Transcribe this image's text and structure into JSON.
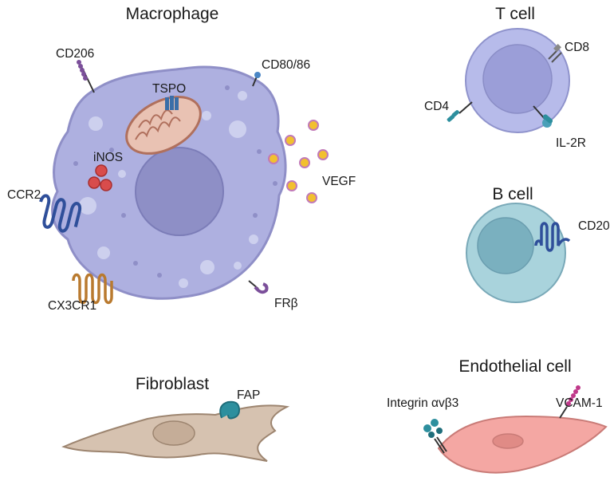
{
  "cells": {
    "macrophage": {
      "title": "Macrophage",
      "markers": {
        "cd206": "CD206",
        "cd80_86": "CD80/86",
        "tspo": "TSPO",
        "inos": "iNOS",
        "vegf": "VEGF",
        "ccr2": "CCR2",
        "cx3cr1": "CX3CR1",
        "fr_beta": "FRβ"
      }
    },
    "t_cell": {
      "title": "T cell",
      "markers": {
        "cd8": "CD8",
        "cd4": "CD4",
        "il2r": "IL-2R"
      }
    },
    "b_cell": {
      "title": "B cell",
      "markers": {
        "cd20": "CD20"
      }
    },
    "fibroblast": {
      "title": "Fibroblast",
      "markers": {
        "fap": "FAP"
      }
    },
    "endothelial": {
      "title": "Endothelial cell",
      "markers": {
        "integrin": "Integrin αvβ3",
        "vcam1": "VCAM-1"
      }
    }
  },
  "colors": {
    "macrophage_body": "#aeb0e0",
    "macrophage_nucleus": "#8e8fc6",
    "mitochondria": "#e9c2b3",
    "inos": "#d84c4c",
    "vegf": "#f2c02f",
    "t_cell_body": "#b7bbea",
    "b_cell_body": "#a9d3dc",
    "fibroblast_body": "#d6c2b0",
    "endothelial_body": "#f4a7a3",
    "receptor_blue": "#2f4f9a",
    "receptor_teal": "#2d8f9e",
    "receptor_purple": "#7b4f9a",
    "receptor_orange": "#b97a2f"
  }
}
